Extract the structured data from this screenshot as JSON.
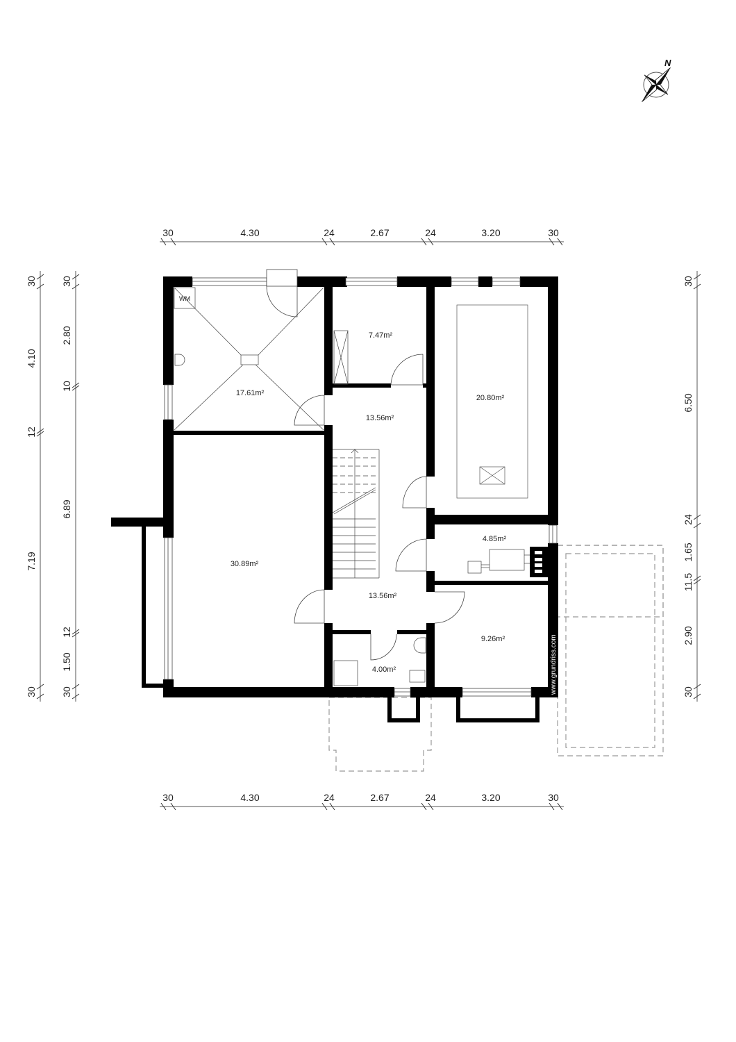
{
  "plan": {
    "credit": "www.grundriss.com",
    "compass_label": "N",
    "rooms": [
      {
        "id": "laundry",
        "area": "17.61m²",
        "fixture": "WM"
      },
      {
        "id": "storage",
        "area": "7.47m²"
      },
      {
        "id": "hall-upper",
        "area": "13.56m²"
      },
      {
        "id": "garage",
        "area": "20.80m²"
      },
      {
        "id": "living",
        "area": "30.89m²"
      },
      {
        "id": "utility",
        "area": "4.85m²"
      },
      {
        "id": "hall-lower",
        "area": "13.56m²"
      },
      {
        "id": "room",
        "area": "9.26m²"
      },
      {
        "id": "bath",
        "area": "4.00m²"
      }
    ]
  },
  "dimensions": {
    "top": [
      "30",
      "4.30",
      "24",
      "2.67",
      "24",
      "3.20",
      "30"
    ],
    "bottom": [
      "30",
      "4.30",
      "24",
      "2.67",
      "24",
      "3.20",
      "30"
    ],
    "left_outer": [
      "30",
      "4.10",
      "12",
      "7.19",
      "30"
    ],
    "left_inner": [
      "30",
      "2.80",
      "10",
      "6.89",
      "12",
      "1.50",
      "30"
    ],
    "right": [
      "30",
      "6.50",
      "24",
      "1.65",
      "11.5",
      "2.90",
      "30"
    ]
  }
}
